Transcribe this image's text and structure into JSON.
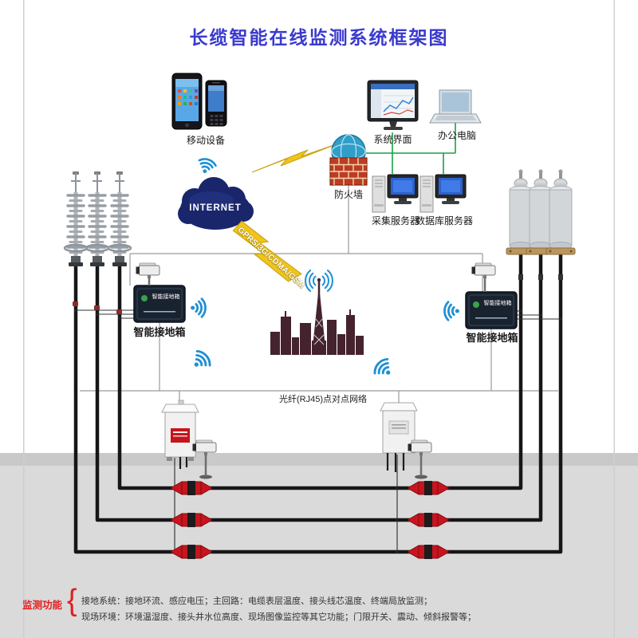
{
  "title": "长缆智能在线监测系统框架图",
  "labels": {
    "mobile": "移动设备",
    "internet": "INTERNET",
    "gprs": "GPRS/3G/CDMA/GSM",
    "firewall": "防火墙",
    "system_ui": "系统界面",
    "office_pc": "办公电脑",
    "collect_server": "采集服务器",
    "db_server": "数据库服务器",
    "ground_box_left": "智能接地箱",
    "ground_box_right": "智能接地箱",
    "ground_box_left_inner": "智能接地箱",
    "ground_box_right_inner": "智能接地箱",
    "fiber": "光纤(RJ45)点对点网络"
  },
  "footer": {
    "func_label": "监测功能",
    "brace": "{",
    "line1": "接地系统：接地环流、感应电压；主回路：电缆表层温度、接头线芯温度、终端局放监测；",
    "line2": "现场环境：环境温湿度、接头井水位高度、现场图像监控等其它功能；门限开关、震动、倾斜报警等；"
  },
  "colors": {
    "title_blue": "#3a3ace",
    "net_green": "#15a345",
    "wifi_blue": "#1e8fd5",
    "cloud_navy": "#19266b",
    "lightning_yellow": "#f0c41b",
    "joint_red": "#c8141e",
    "skyline_maroon": "#45232e",
    "floor_gray": "#dadada",
    "func_red": "#e02020"
  }
}
